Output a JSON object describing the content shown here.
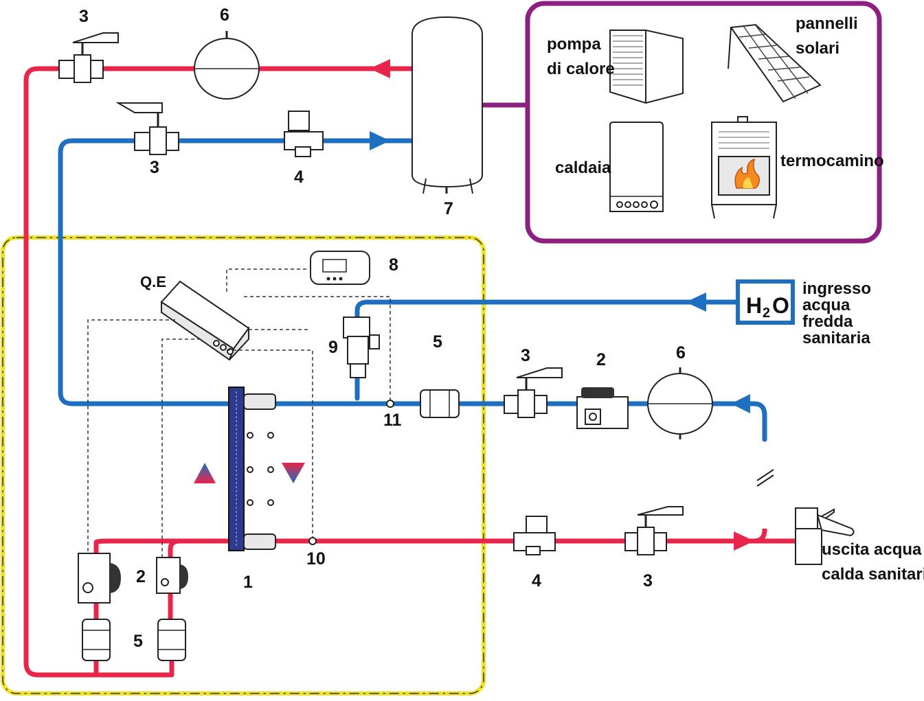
{
  "colors": {
    "hot": "#e8254a",
    "cold": "#1e6fc0",
    "generator_frame": "#8e1f82",
    "module_frame": "#f0e21e"
  },
  "numbers": {
    "n1": "1",
    "n2": "2",
    "n3": "3",
    "n4": "4",
    "n5": "5",
    "n6": "6",
    "n7": "7",
    "n8": "8",
    "n9": "9",
    "n10": "10",
    "n11": "11"
  },
  "labels": {
    "qe": "Q.E",
    "h2o_h": "H",
    "h2o_2": "2",
    "h2o_o": "O",
    "inlet": [
      "ingresso",
      "acqua",
      "fredda",
      "sanitaria"
    ],
    "outlet": [
      "uscita acqua",
      "calda sanitaria"
    ]
  },
  "generators": {
    "heat_pump": [
      "pompa",
      "di calore"
    ],
    "solar": [
      "pannelli",
      "solari"
    ],
    "boiler": "caldaia",
    "fireplace": "termocamino"
  }
}
